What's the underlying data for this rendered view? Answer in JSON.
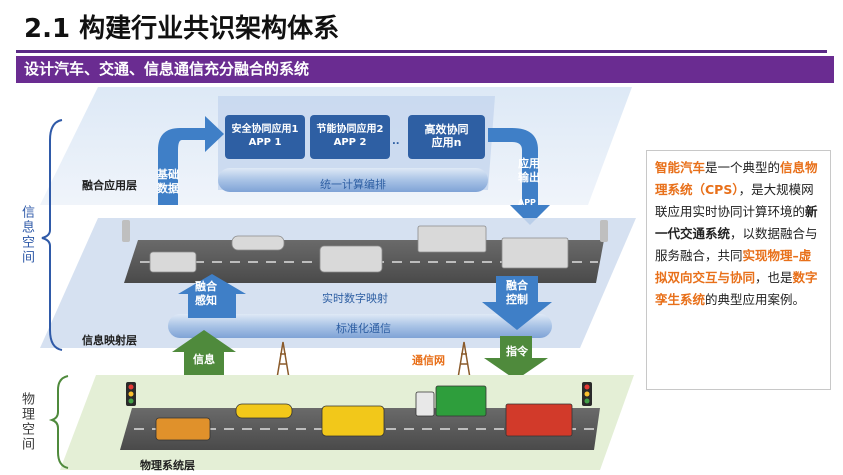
{
  "title": "2.1 构建行业共识架构体系",
  "subtitle": "设计汽车、交通、信息通信充分融合的系统",
  "side_labels": {
    "info_space": "信息空间",
    "physical_space": "物理空间"
  },
  "layers": {
    "fusion_app": "融合应用层",
    "info_mapping": "信息映射层",
    "physical_system": "物理系统层"
  },
  "apps": [
    {
      "name": "安全协同应用1",
      "sub": "APP 1"
    },
    {
      "name": "节能协同应用2",
      "sub": "APP 2"
    },
    {
      "name": "高效协同",
      "sub": "应用n"
    }
  ],
  "ellipsis": "..",
  "compute": "统一计算编排",
  "base_data": "基础数据",
  "app_output": "应用输出",
  "app_output_sub": "APP",
  "realtime_mapping": "实时数字映射",
  "standard_comm": "标准化通信",
  "fusion_sense": "融合感知",
  "fusion_control": "融合控制",
  "info": "信息",
  "command": "指令",
  "comm_network": "通信网",
  "panel": {
    "p1": "智能汽车",
    "p2": "是一个典型的",
    "p3": "信息物理系统（CPS）",
    "p4": "，是大规模网联应用实时协同计算环境的",
    "p5": "新一代交通系统",
    "p6": "，以数据融合与服务融合，共同",
    "p7": "实现物理–虚拟双向交互与协同",
    "p8": "，也是",
    "p9": "数字孪生系统",
    "p10": "的典型应用案例。"
  },
  "colors": {
    "purple": "#6a2c91",
    "box_blue": "#2e5fa3",
    "arrow_blue": "#3f7fc7",
    "green": "#4f8a3c",
    "orange": "#e8701a"
  }
}
